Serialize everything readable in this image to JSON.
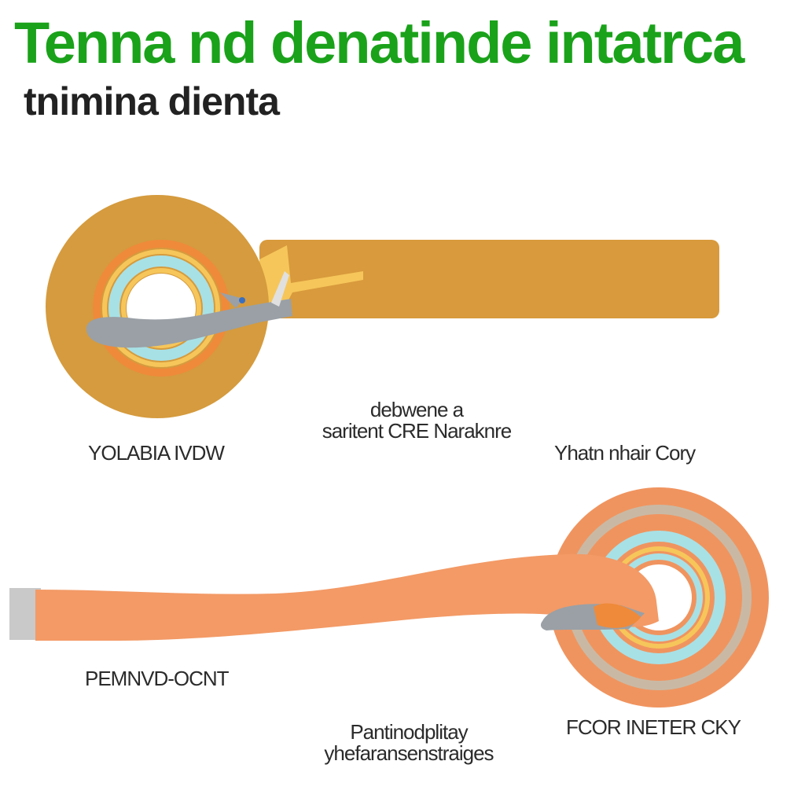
{
  "header": {
    "title": "Tenna nd denatinde intatrca",
    "subtitle": "tnimina dienta"
  },
  "labels": {
    "top_left": "YOLABIA IVDW",
    "top_center_line1": "debwene a",
    "top_center_line2": "saritent CRE Naraknre",
    "top_right": "Yhatn nhair Cory",
    "bottom_left": "PEMNVD-OCNT",
    "bottom_center_line1": "Pantinodplitay",
    "bottom_center_line2": "yhefaransenstraiges",
    "bottom_right": "FCOR INETER CKY"
  },
  "colors": {
    "title_green": "#1aa21a",
    "subtitle_black": "#222222",
    "disc_tan": "#d59b3e",
    "strip_tan": "#d89a3c",
    "ring_orange": "#ef8a3a",
    "ring_yellow": "#f6c65a",
    "ring_cyan": "#a7e1e6",
    "tool_gray": "#9aa0a6",
    "coral_strip": "#f39a66",
    "coral_end_gray": "#c9c9c9",
    "coral_disc": "#f0945f",
    "coral_disc_inner": "#c9b9a4",
    "accent_blue": "#3a6fbf"
  }
}
